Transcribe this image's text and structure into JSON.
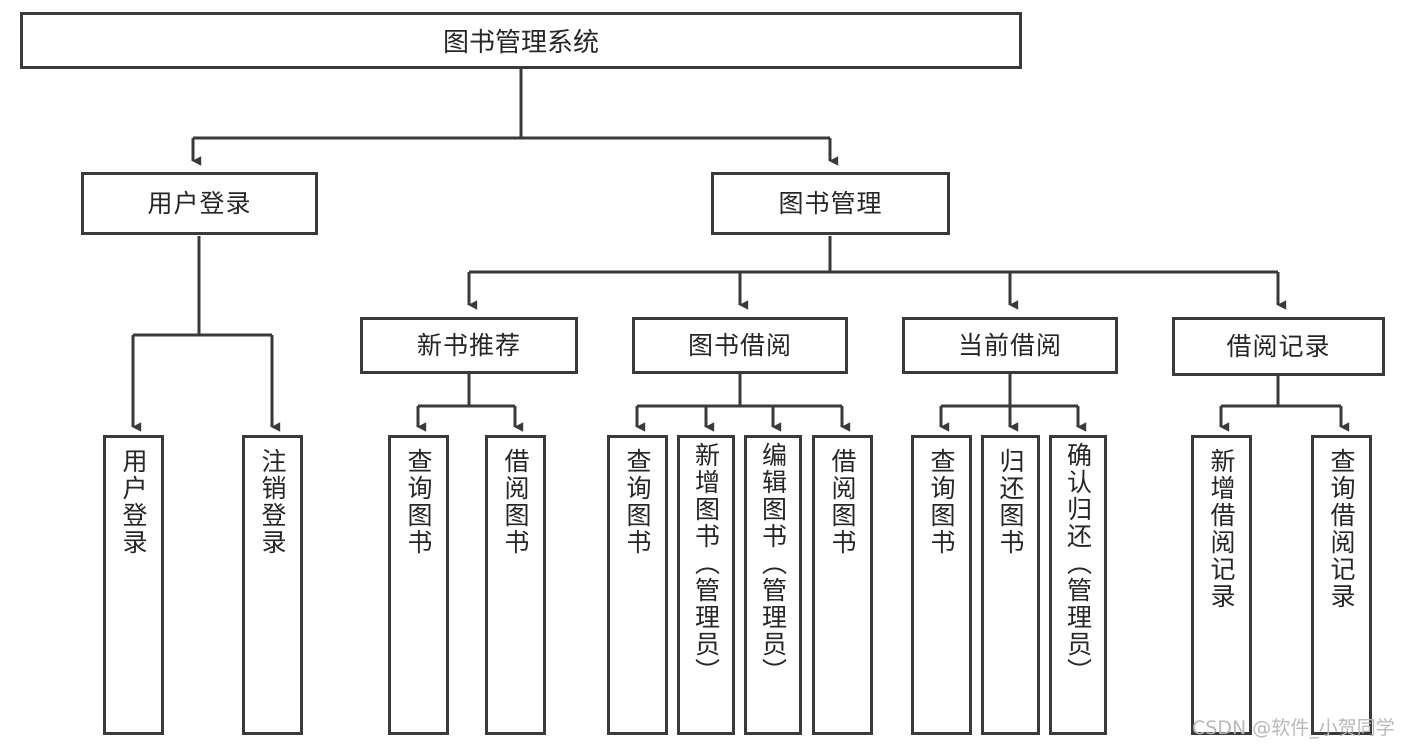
{
  "diagram": {
    "title": "图书管理系统",
    "watermark": "CSDN @软件_小贺同学",
    "line_color": "#3a3a3a",
    "text_color": "#262626",
    "background": "#ffffff",
    "level1": [
      {
        "label": "用户登录"
      },
      {
        "label": "图书管理"
      }
    ],
    "level2": [
      {
        "label": "新书推荐"
      },
      {
        "label": "图书借阅"
      },
      {
        "label": "当前借阅"
      },
      {
        "label": "借阅记录"
      }
    ],
    "leaves": {
      "user_login": [
        {
          "label": "用户登录"
        },
        {
          "label": "注销登录"
        }
      ],
      "new_book_recommend": [
        {
          "label": "查询图书"
        },
        {
          "label": "借阅图书"
        }
      ],
      "book_borrow": [
        {
          "label": "查询图书"
        },
        {
          "label": "新增图书（管理员）"
        },
        {
          "label": "编辑图书（管理员）"
        },
        {
          "label": "借阅图书"
        }
      ],
      "current_borrow": [
        {
          "label": "查询图书"
        },
        {
          "label": "归还图书"
        },
        {
          "label": "确认归还（管理员）"
        }
      ],
      "borrow_record": [
        {
          "label": "新增借阅记录"
        },
        {
          "label": "查询借阅记录"
        }
      ]
    }
  }
}
